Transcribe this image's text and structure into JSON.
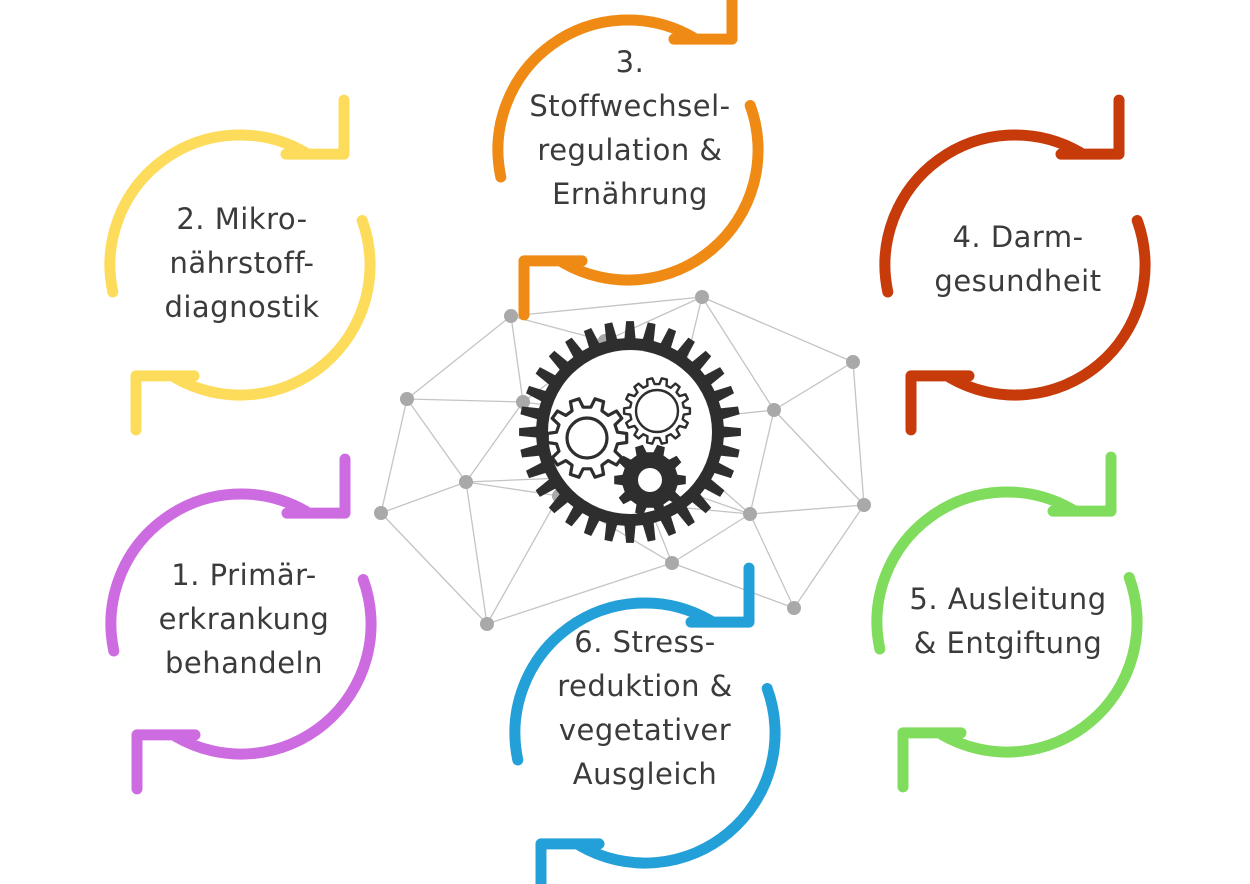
{
  "diagram": {
    "colors": {
      "step1": "#cd6ce0",
      "step2": "#fddc5c",
      "step3": "#ef8a14",
      "step4": "#c73a0a",
      "step5": "#80dc5c",
      "step6": "#24a0d8",
      "gear": "#2e2e2e",
      "network_line": "#c4c4c4",
      "network_node": "#a9a9a9",
      "text": "#3b3b3b"
    },
    "steps": [
      {
        "id": "step1",
        "lines": [
          "1. Primär-",
          "erkrankung",
          "behandeln"
        ]
      },
      {
        "id": "step2",
        "lines": [
          "2. Mikro-",
          "nährstoff-",
          "diagnostik"
        ]
      },
      {
        "id": "step3",
        "lines": [
          "3.",
          "Stoffwechsel-",
          "regulation &",
          "Ernährung"
        ]
      },
      {
        "id": "step4",
        "lines": [
          "4. Darm-",
          "gesundheit"
        ]
      },
      {
        "id": "step5",
        "lines": [
          "5. Ausleitung",
          "& Entgiftung"
        ]
      },
      {
        "id": "step6",
        "lines": [
          "6. Stress-",
          "reduktion &",
          "vegetativer",
          "Ausgleich"
        ]
      }
    ],
    "center_icon": "gears-icon",
    "background_icon": "network-icon"
  }
}
